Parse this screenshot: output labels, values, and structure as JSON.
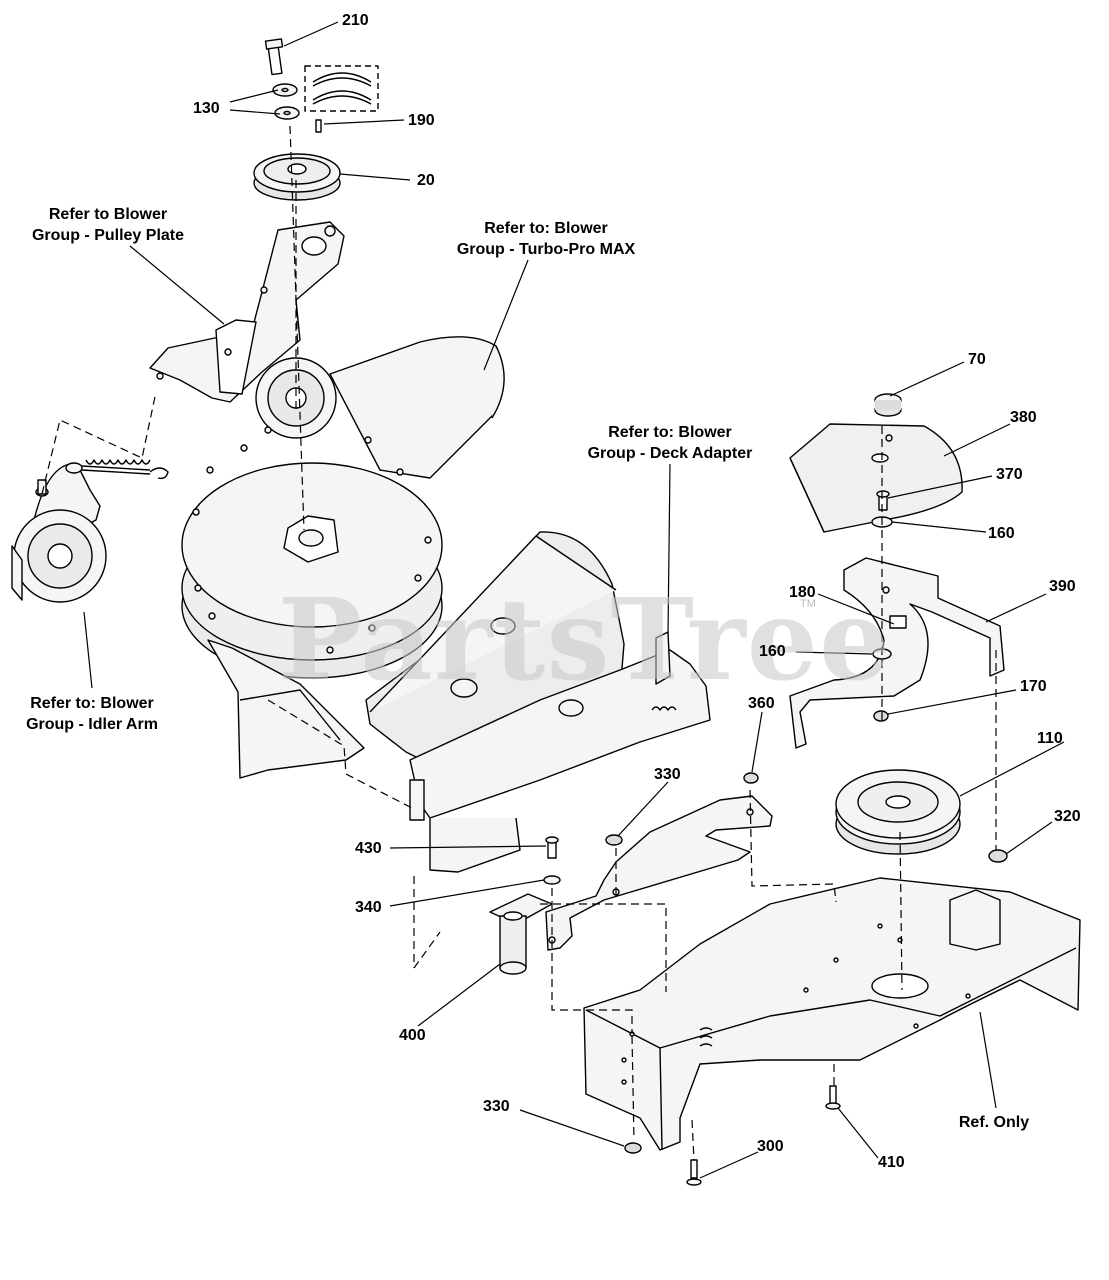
{
  "labels": {
    "p210": "210",
    "p130": "130",
    "p190": "190",
    "p20": "20",
    "p70": "70",
    "p380": "380",
    "p370": "370",
    "p160a": "160",
    "p390": "390",
    "p180": "180",
    "p160b": "160",
    "p170": "170",
    "p360": "360",
    "p110": "110",
    "p330a": "330",
    "p320": "320",
    "p430": "430",
    "p340": "340",
    "p400": "400",
    "p330b": "330",
    "p300": "300",
    "p410": "410"
  },
  "references": {
    "pulley_plate": [
      "Refer to Blower",
      "Group - Pulley Plate"
    ],
    "turbo_pro": [
      "Refer to: Blower",
      "Group - Turbo-Pro MAX"
    ],
    "deck_adapter": [
      "Refer to: Blower",
      "Group - Deck Adapter"
    ],
    "idler_arm": [
      "Refer to: Blower",
      "Group - Idler Arm"
    ],
    "ref_only": "Ref. Only"
  },
  "watermark": {
    "text": "PartsTree",
    "tm": "TM"
  },
  "colors": {
    "line": "#000000",
    "part_fill": "#f4f4f4",
    "watermark": "#c8c8c8"
  }
}
